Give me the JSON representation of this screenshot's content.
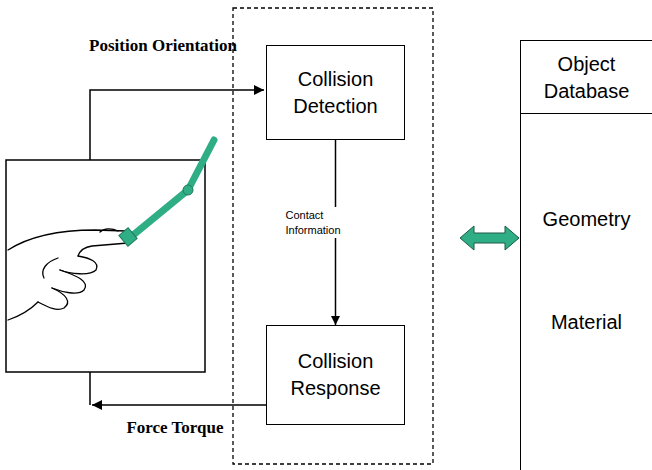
{
  "diagram": {
    "nodes": [
      {
        "text": [
          "Collision Detection"
        ]
      },
      {
        "text": [
          "Collision Response"
        ]
      },
      {
        "text": [
          "Object Database",
          "Geometry",
          "Material"
        ]
      }
    ],
    "edges": [
      {
        "from": 0,
        "to": 1,
        "arrow": "to",
        "label": "Contact Information"
      }
    ],
    "labels": [
      "Position Orientation",
      "Force Torque"
    ]
  }
}
